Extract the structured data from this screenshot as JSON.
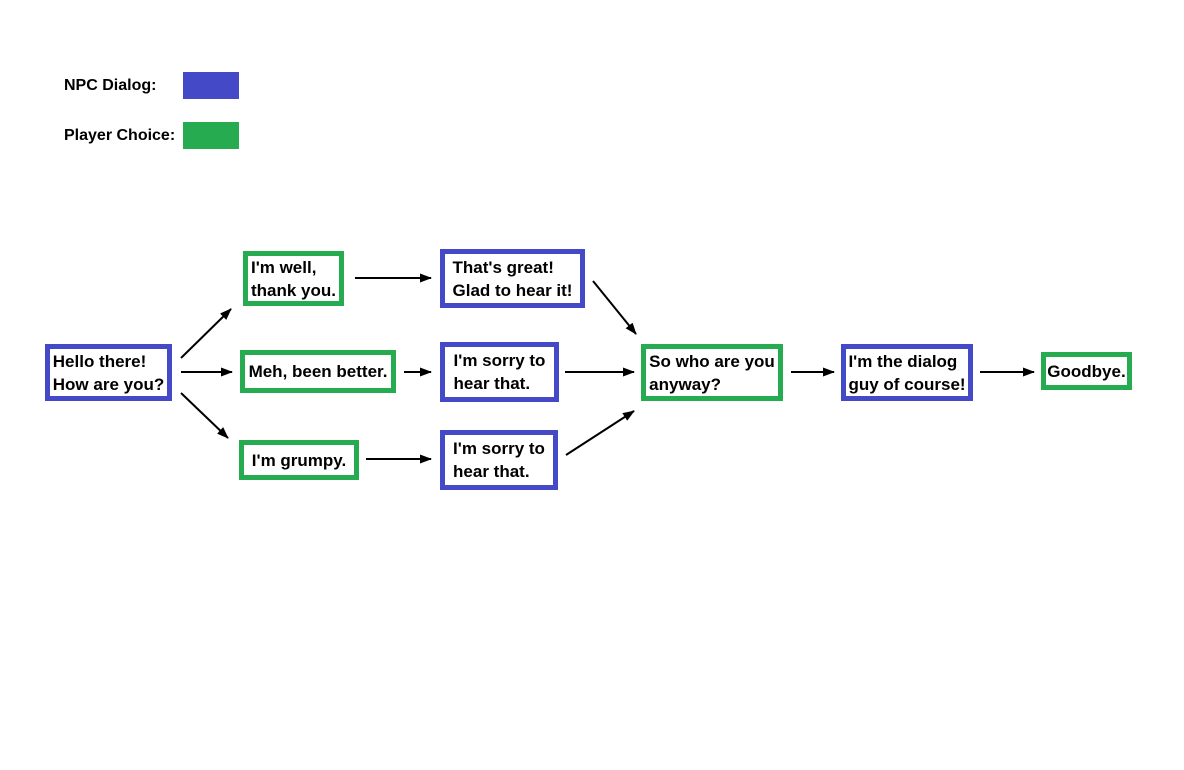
{
  "colors": {
    "npc_dialog": "#4449c8",
    "player_choice": "#27ab50",
    "arrow": "#000000",
    "text": "#000000",
    "background": "#ffffff"
  },
  "legend": {
    "npc": {
      "label": "NPC Dialog:"
    },
    "player": {
      "label": "Player Choice:"
    }
  },
  "diagram": {
    "type": "dialog-flowchart",
    "nodes": [
      {
        "id": "hello",
        "type": "npc",
        "text": "Hello there!\nHow are you?"
      },
      {
        "id": "well",
        "type": "player",
        "text": "I'm well,\nthank you."
      },
      {
        "id": "meh",
        "type": "player",
        "text": "Meh, been better."
      },
      {
        "id": "grumpy",
        "type": "player",
        "text": "I'm grumpy."
      },
      {
        "id": "great",
        "type": "npc",
        "text": "That's great!\nGlad to hear it!"
      },
      {
        "id": "sorry1",
        "type": "npc",
        "text": "I'm sorry to\nhear that."
      },
      {
        "id": "sorry2",
        "type": "npc",
        "text": "I'm sorry to\nhear that."
      },
      {
        "id": "who",
        "type": "player",
        "text": "So who are you\nanyway?"
      },
      {
        "id": "guy",
        "type": "npc",
        "text": "I'm the dialog\nguy of course!"
      },
      {
        "id": "goodbye",
        "type": "player",
        "text": "Goodbye."
      }
    ],
    "edges": [
      {
        "from": "hello",
        "to": "well",
        "points": [
          181,
          358,
          231,
          309
        ]
      },
      {
        "from": "hello",
        "to": "meh",
        "points": [
          181,
          372,
          232,
          372
        ]
      },
      {
        "from": "hello",
        "to": "grumpy",
        "points": [
          181,
          393,
          228,
          438
        ]
      },
      {
        "from": "well",
        "to": "great",
        "points": [
          355,
          278,
          431,
          278
        ]
      },
      {
        "from": "meh",
        "to": "sorry1",
        "points": [
          404,
          372,
          431,
          372
        ]
      },
      {
        "from": "grumpy",
        "to": "sorry2",
        "points": [
          366,
          459,
          431,
          459
        ]
      },
      {
        "from": "great",
        "to": "who",
        "points": [
          593,
          281,
          636,
          334
        ]
      },
      {
        "from": "sorry1",
        "to": "who",
        "points": [
          565,
          372,
          634,
          372
        ]
      },
      {
        "from": "sorry2",
        "to": "who",
        "points": [
          566,
          455,
          634,
          411
        ]
      },
      {
        "from": "who",
        "to": "guy",
        "points": [
          791,
          372,
          834,
          372
        ]
      },
      {
        "from": "guy",
        "to": "goodbye",
        "points": [
          980,
          372,
          1034,
          372
        ]
      }
    ]
  }
}
